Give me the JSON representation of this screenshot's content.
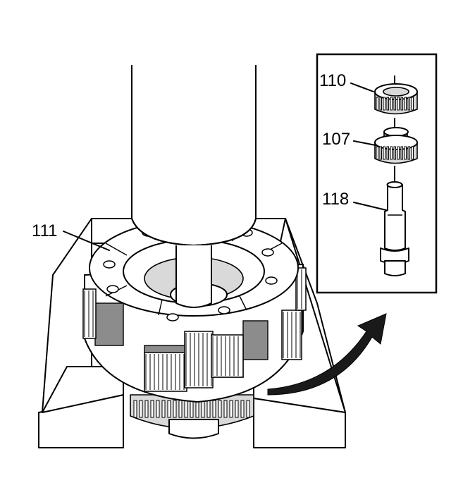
{
  "diagram": {
    "callouts": {
      "c111": "111",
      "c110": "110",
      "c107": "107",
      "c118": "118"
    }
  }
}
